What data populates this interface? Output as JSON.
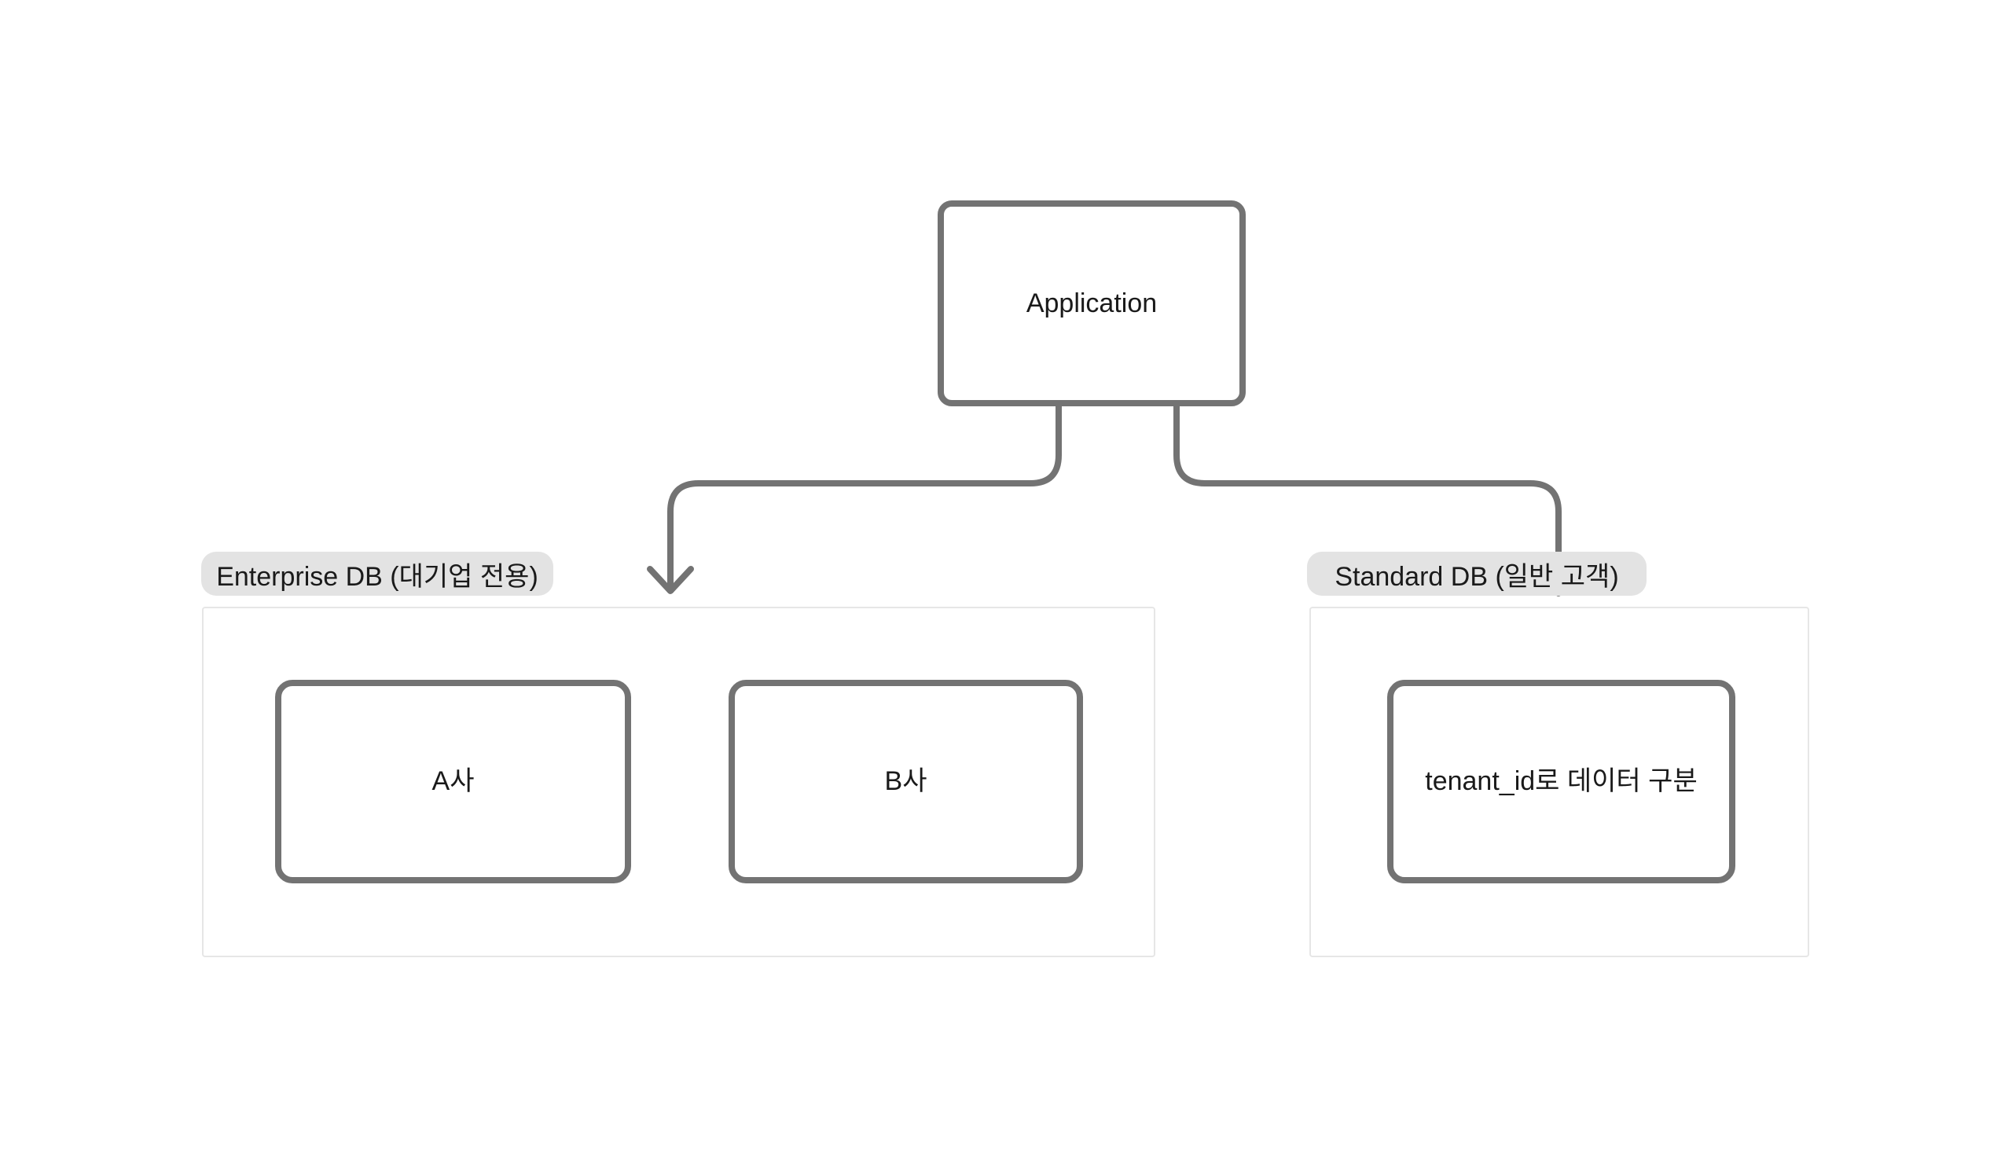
{
  "colors": {
    "canvas_bg": "#ffffff",
    "stroke_gray": "#737373",
    "group_border": "#e6e6e6",
    "pill_bg": "#e3e3e3",
    "text_color": "#1a1a1a"
  },
  "nodes": {
    "application": {
      "label": "Application"
    },
    "company_a": {
      "label": "A사"
    },
    "company_b": {
      "label": "B사"
    },
    "tenant_note": {
      "label": "tenant_id로 데이터 구분"
    }
  },
  "groups": {
    "enterprise": {
      "label": "Enterprise DB (대기업 전용)"
    },
    "standard": {
      "label": "Standard DB (일반 고객)"
    }
  },
  "connections": [
    {
      "from": "Application",
      "to": "Enterprise DB (대기업 전용)",
      "type": "arrow"
    },
    {
      "from": "Application",
      "to": "Standard DB (일반 고객)",
      "type": "arrow"
    }
  ]
}
